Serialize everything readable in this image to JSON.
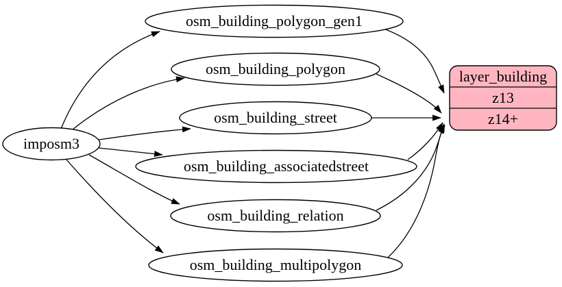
{
  "diagram": {
    "background_color": "#ffffff",
    "node_stroke_color": "#000000",
    "edge_color": "#000000",
    "source": {
      "label": "imposm3"
    },
    "tables": [
      {
        "label": "osm_building_polygon_gen1"
      },
      {
        "label": "osm_building_polygon"
      },
      {
        "label": "osm_building_street"
      },
      {
        "label": "osm_building_associatedstreet"
      },
      {
        "label": "osm_building_relation"
      },
      {
        "label": "osm_building_multipolygon"
      }
    ],
    "layer": {
      "title": "layer_building",
      "fill_color": "#ffb6c1",
      "rows": [
        {
          "label": "z13"
        },
        {
          "label": "z14+"
        }
      ]
    },
    "edges": [
      {
        "from": "imposm3",
        "to": "osm_building_polygon_gen1"
      },
      {
        "from": "imposm3",
        "to": "osm_building_polygon"
      },
      {
        "from": "imposm3",
        "to": "osm_building_street"
      },
      {
        "from": "imposm3",
        "to": "osm_building_associatedstreet"
      },
      {
        "from": "imposm3",
        "to": "osm_building_relation"
      },
      {
        "from": "imposm3",
        "to": "osm_building_multipolygon"
      },
      {
        "from": "osm_building_polygon_gen1",
        "to": "layer_building:z13"
      },
      {
        "from": "osm_building_polygon",
        "to": "layer_building:z14+"
      },
      {
        "from": "osm_building_street",
        "to": "layer_building:z14+"
      },
      {
        "from": "osm_building_associatedstreet",
        "to": "layer_building:z14+"
      },
      {
        "from": "osm_building_relation",
        "to": "layer_building:z14+"
      },
      {
        "from": "osm_building_multipolygon",
        "to": "layer_building:z14+"
      }
    ]
  }
}
